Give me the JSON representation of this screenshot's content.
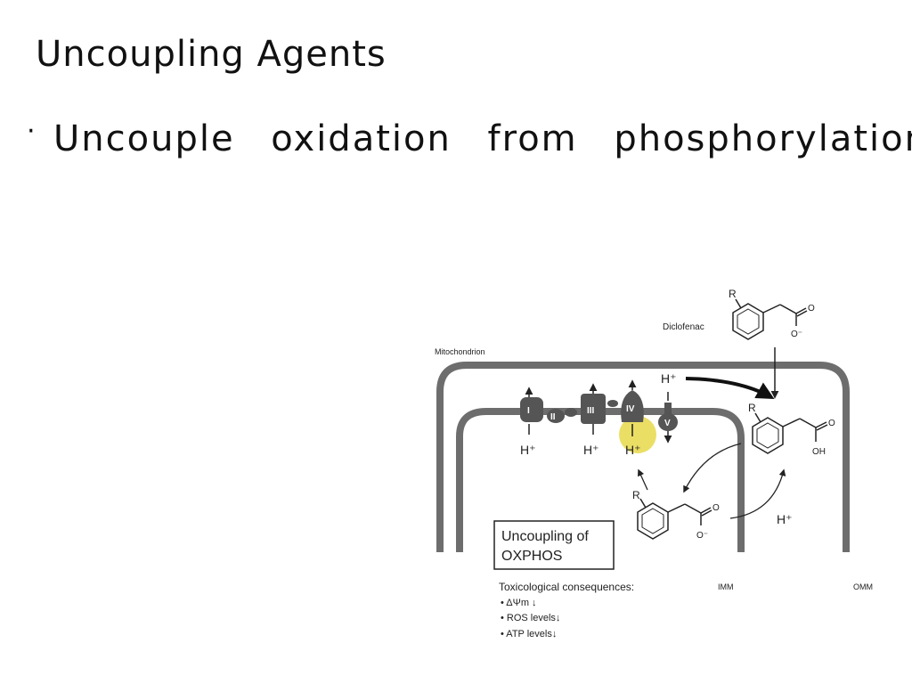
{
  "slide": {
    "title": "Uncoupling Agents",
    "bullet_marker": "·",
    "bullet_text": "Uncouple oxidation from phosphorylation."
  },
  "diagram": {
    "mitochondrion_label": "Mitochondrion",
    "diclofenac_label": "Diclofenac",
    "complexes": [
      "I",
      "II",
      "III",
      "IV",
      "V"
    ],
    "proton_label": "H⁺",
    "r_group": "R",
    "carbonyl_o": "O",
    "carboxylate_o_minus": "O⁻",
    "hydroxyl": "OH",
    "box_line1": "Uncoupling of",
    "box_line2": "OXPHOS",
    "consequences_header": "Toxicological consequences:",
    "consequences": [
      "• ΔΨm ↓",
      "• ROS levels↓",
      "• ATP levels↓"
    ],
    "imm_label": "IMM",
    "omm_label": "OMM",
    "membrane_color": "#6d6d6d",
    "complex_color": "#555555",
    "highlight_color": "#e8d84a"
  }
}
